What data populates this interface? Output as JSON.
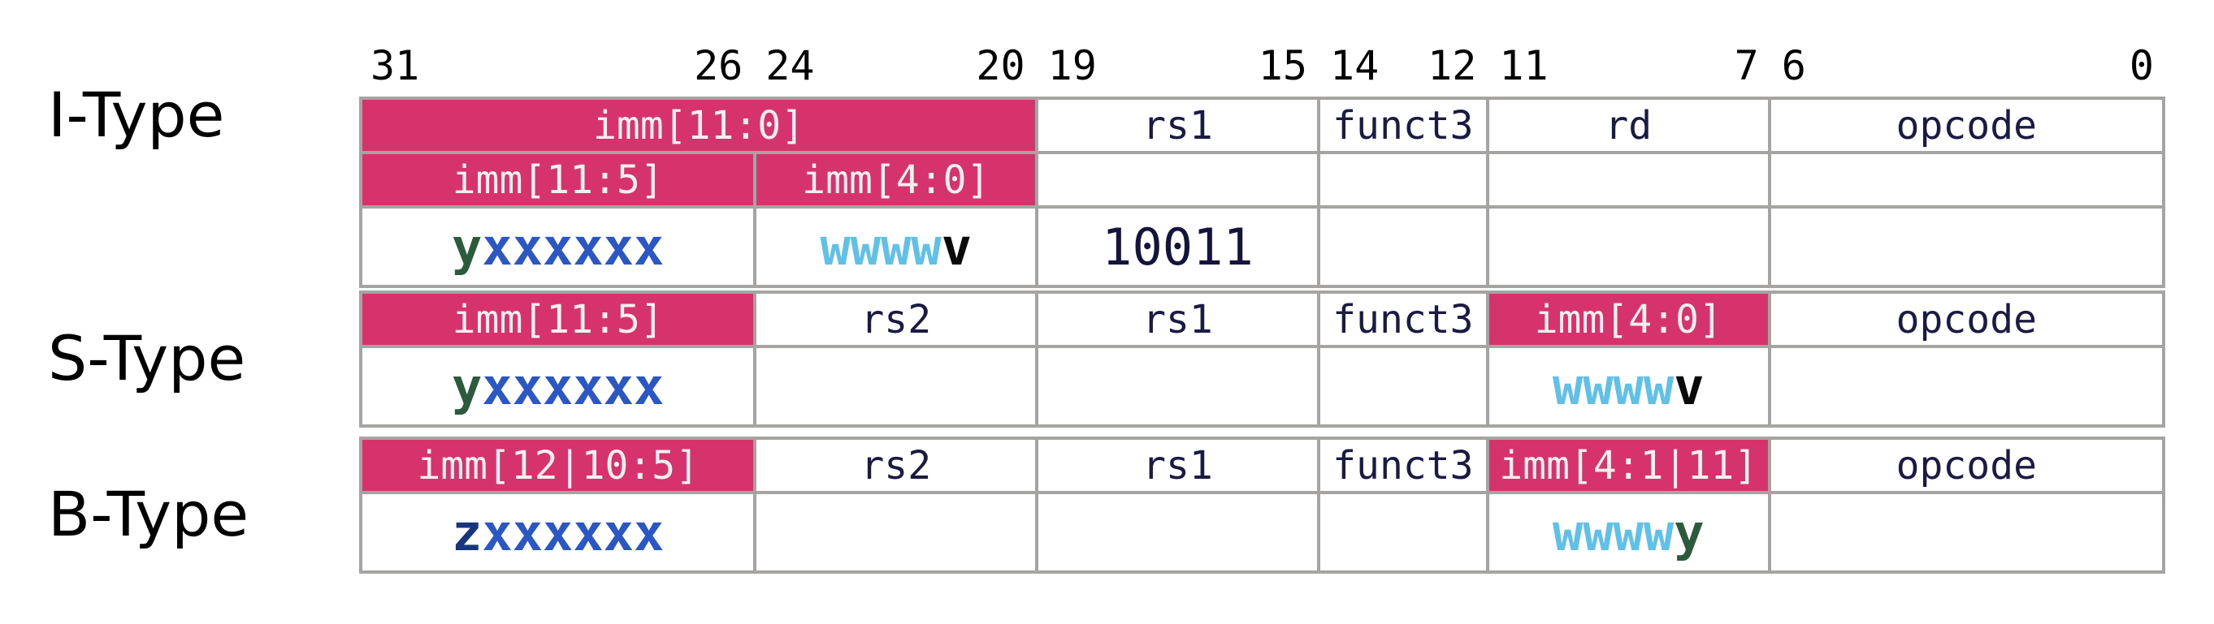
{
  "colors": {
    "field_pink": "#d6336c",
    "pink_label_text": "#f3efef",
    "cell_border": "#a6a4a2",
    "cell_bg": "#ffffff",
    "field_label_text": "#1a1a44",
    "ruler_text": "#000000",
    "type_label_text": "#000000",
    "x_blue": "#2a57c4",
    "y_green": "#2c5a3c",
    "z_navy": "#16357d",
    "w_sky_blue": "#5fc0e8",
    "v_black": "#0a0a0a",
    "binary_navy": "#14143c"
  },
  "bit_ruler": {
    "segments": [
      {
        "high": "31",
        "low": "26"
      },
      {
        "high": "24",
        "low": "20"
      },
      {
        "high": "19",
        "low": "15"
      },
      {
        "high": "14",
        "low": "12"
      },
      {
        "high": "11",
        "low": "7"
      },
      {
        "high": "6",
        "low": "0"
      }
    ]
  },
  "itype": {
    "label": "I-Type",
    "row1": {
      "imm": "imm[11:0]",
      "rs1": "rs1",
      "funct3": "funct3",
      "rd": "rd",
      "opcode": "opcode"
    },
    "row2": {
      "imm_hi": "imm[11:5]",
      "imm_lo": "imm[4:0]"
    },
    "row3": {
      "imm_hi_prefix": "y",
      "imm_hi_body": "xxxxxx",
      "imm_lo_body": "wwww",
      "imm_lo_suffix": "v",
      "rs1_bits": "10011"
    }
  },
  "stype": {
    "label": "S-Type",
    "row1": {
      "imm_hi": "imm[11:5]",
      "rs2": "rs2",
      "rs1": "rs1",
      "funct3": "funct3",
      "imm_lo": "imm[4:0]",
      "opcode": "opcode"
    },
    "row2": {
      "imm_hi_prefix": "y",
      "imm_hi_body": "xxxxxx",
      "imm_lo_body": "wwww",
      "imm_lo_suffix": "v"
    }
  },
  "btype": {
    "label": "B-Type",
    "row1": {
      "imm_hi": "imm[12|10:5]",
      "rs2": "rs2",
      "rs1": "rs1",
      "funct3": "funct3",
      "imm_lo": "imm[4:1|11]",
      "opcode": "opcode"
    },
    "row2": {
      "imm_hi_prefix": "z",
      "imm_hi_body": "xxxxxx",
      "imm_lo_body": "wwww",
      "imm_lo_suffix": "y"
    }
  }
}
